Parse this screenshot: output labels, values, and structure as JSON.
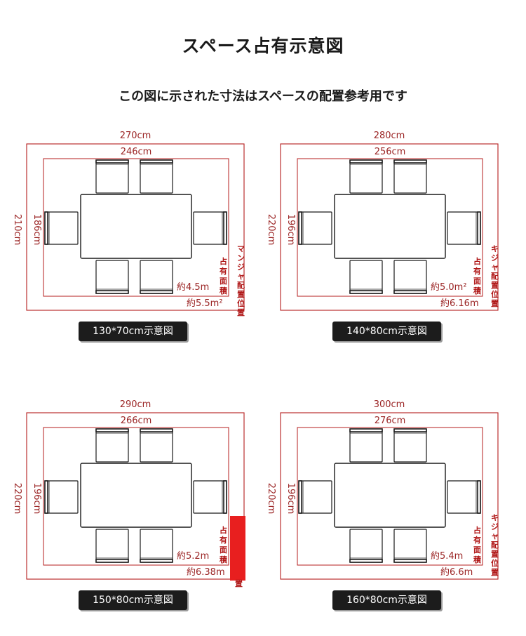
{
  "page": {
    "title": "スペース占有示意図",
    "subtitle": "この図に示された寸法はスペースの配置参考用です"
  },
  "colors": {
    "line": "#b51d1d",
    "text": "#9b2525",
    "furniture": "#1a1a1a",
    "caption_bg": "#1c1c1c"
  },
  "panels": [
    {
      "outer_width": "270cm",
      "inner_width": "246cm",
      "outer_height": "210cm",
      "inner_height": "186cm",
      "inner_area": "約4.5m",
      "outer_area": "約5.5m²",
      "occupancy_label": "占有面積",
      "placement_label": "マンジャ配置位置",
      "caption": "130*70cm示意図"
    },
    {
      "outer_width": "280cm",
      "inner_width": "256cm",
      "outer_height": "220cm",
      "inner_height": "196cm",
      "inner_area": "約5.0m²",
      "outer_area": "約6.16m",
      "occupancy_label": "占有面積",
      "placement_label": "キジャ配置位置",
      "caption": "140*80cm示意図"
    },
    {
      "outer_width": "290cm",
      "inner_width": "266cm",
      "outer_height": "220cm",
      "inner_height": "196cm",
      "inner_area": "約5.2m",
      "outer_area": "約6.38m",
      "occupancy_label": "占有面積",
      "placement_label": "置",
      "caption": "150*80cm示意図"
    },
    {
      "outer_width": "300cm",
      "inner_width": "276cm",
      "outer_height": "220cm",
      "inner_height": "196cm",
      "inner_area": "約5.4m",
      "outer_area": "約6.6m",
      "occupancy_label": "占有面積",
      "placement_label": "キジャ配置位置",
      "caption": "160*80cm示意図"
    }
  ]
}
